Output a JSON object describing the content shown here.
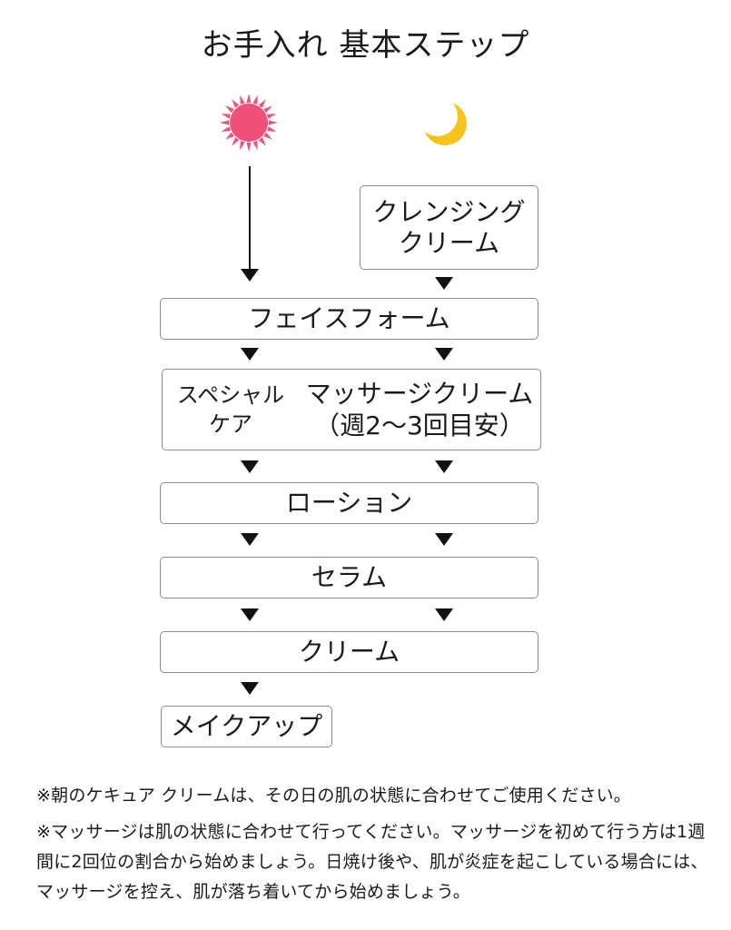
{
  "title": "お手入れ 基本ステップ",
  "icons": {
    "morning": "sun-icon",
    "night": "crescent-moon-icon"
  },
  "colors": {
    "sun": "#f0507a",
    "moon": "#f7c21a",
    "box_border": "#8a8a8a",
    "arrow": "#111111"
  },
  "steps": {
    "cleansing_cream": [
      "クレンジング",
      "クリーム"
    ],
    "face_foam": "フェイスフォーム",
    "special_care": [
      "スペシャル",
      "ケア"
    ],
    "massage_cream": [
      "マッサージクリーム",
      "（週2〜3回目安）"
    ],
    "lotion": "ローション",
    "serum": "セラム",
    "cream": "クリーム",
    "makeup": "メイクアップ"
  },
  "notes": [
    "※朝のケキュア クリームは、その日の肌の状態に合わせてご使用ください。",
    "※マッサージは肌の状態に合わせて行ってください。マッサージを初めて行う方は1週間に2回位の割合から始めましょう。日焼け後や、肌が炎症を起こしている場合には、マッサージを控え、肌が落ち着いてから始めましょう。"
  ]
}
